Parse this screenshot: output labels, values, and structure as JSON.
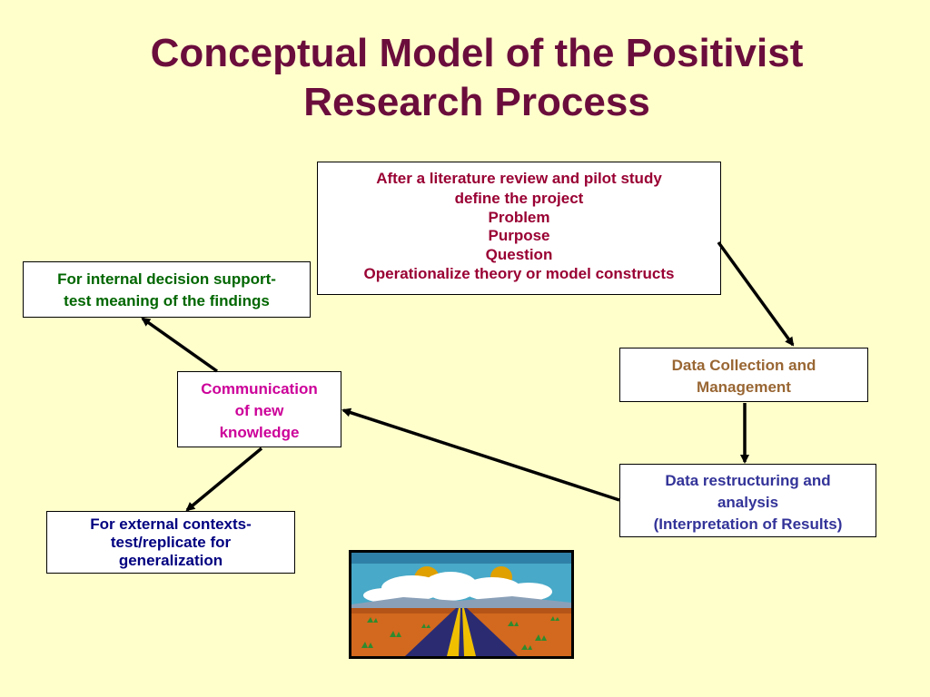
{
  "slide": {
    "title": "Conceptual Model of the Positivist Research Process"
  },
  "boxes": {
    "define": {
      "lines": [
        "After a literature review and pilot study",
        "define the project",
        "Problem",
        "Purpose",
        "Question",
        "Operationalize theory or model constructs"
      ]
    },
    "internal": {
      "lines": [
        "For internal decision support-",
        "test meaning of the findings"
      ]
    },
    "communication": {
      "lines": [
        "Communication",
        "of new",
        "knowledge"
      ]
    },
    "collection": {
      "lines": [
        "Data Collection and",
        "Management"
      ]
    },
    "analysis": {
      "lines": [
        "Data restructuring and",
        "analysis",
        "(Interpretation of Results)"
      ]
    },
    "external": {
      "lines": [
        "For external contexts-",
        "test/replicate for",
        "generalization"
      ]
    }
  },
  "colors": {
    "background": "#ffffcc",
    "title": "#6b0d3c",
    "define_text": "#990033",
    "internal_text": "#006600",
    "communication_text": "#cc0099",
    "collection_text": "#996633",
    "analysis_text": "#333399",
    "external_text": "#000080"
  },
  "clipart": {
    "icon": "desert-road-icon"
  }
}
